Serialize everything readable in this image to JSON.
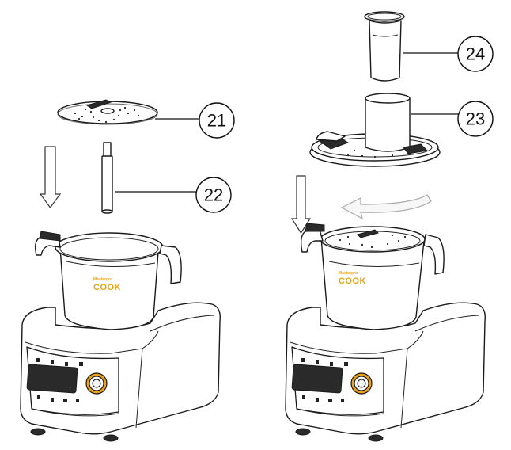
{
  "callouts": [
    {
      "number": "21",
      "part": "disc"
    },
    {
      "number": "22",
      "part": "shaft"
    },
    {
      "number": "23",
      "part": "lid-with-chute"
    },
    {
      "number": "24",
      "part": "pusher"
    }
  ],
  "brand": {
    "top": "Masterpro",
    "main": "COOK"
  },
  "colors": {
    "accent": "#e8a21a",
    "line": "#1a1a1a"
  }
}
